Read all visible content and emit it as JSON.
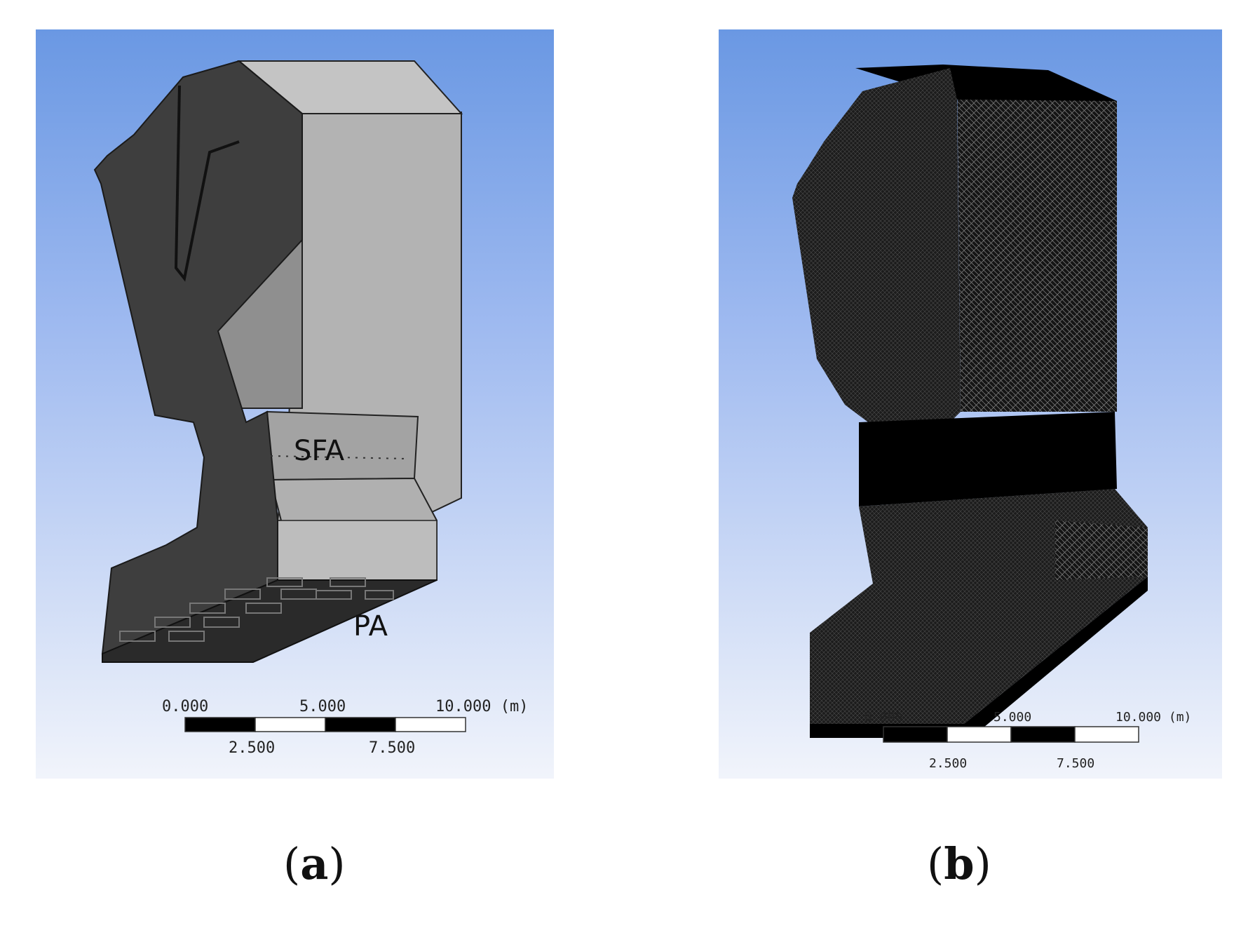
{
  "panels": [
    {
      "id": "a",
      "caption_open": "(",
      "caption_letter": "a",
      "caption_close": ")",
      "labels": {
        "sfa": "SFA",
        "pa": "PA"
      },
      "scale": {
        "top": [
          "0.000",
          "5.000",
          "10.000 (m)"
        ],
        "bottom": [
          "2.500",
          "7.500"
        ]
      }
    },
    {
      "id": "b",
      "caption_open": "(",
      "caption_letter": "b",
      "caption_close": ")",
      "scale": {
        "top": [
          "0.000",
          "5.000",
          "10.000 (m)"
        ],
        "bottom": [
          "2.500",
          "7.500"
        ]
      }
    }
  ],
  "colors": {
    "dark_face": "#3f3f3f",
    "light_face": "#b3b3b3",
    "mid_face": "#9c9c9c",
    "mesh": "#000000",
    "background_top": "#6a98e3",
    "background_bottom": "#f1f4fb"
  }
}
